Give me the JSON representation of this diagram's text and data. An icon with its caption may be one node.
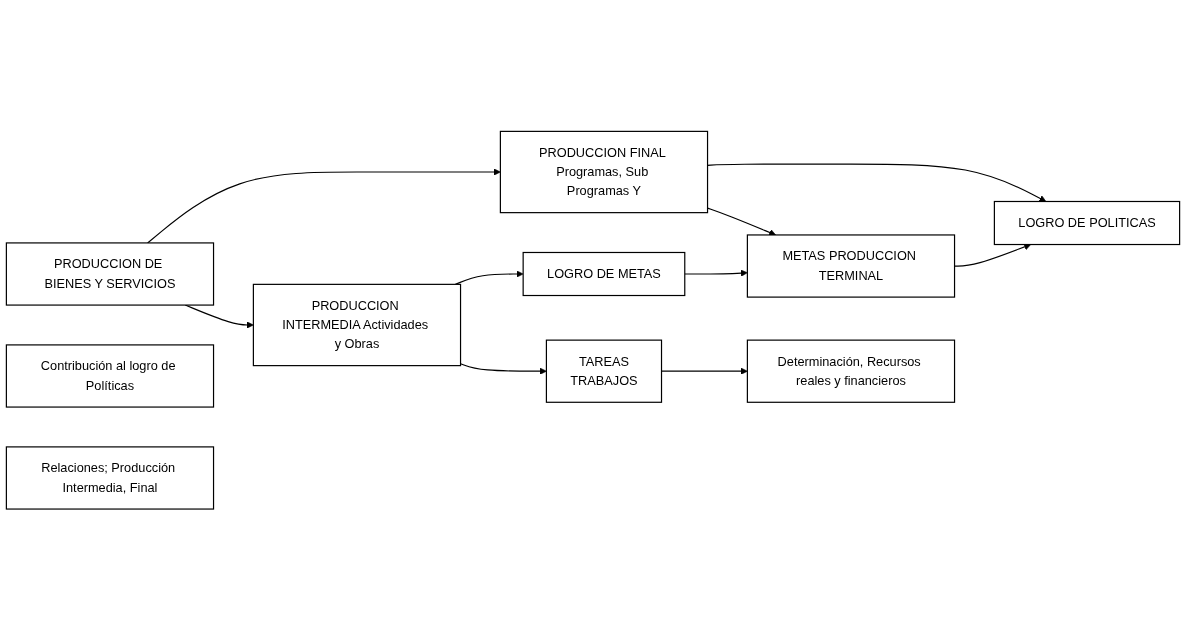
{
  "diagram": {
    "nodes": [
      {
        "text": [
          "PRODUCCION DE BIENES Y SERVICIOS"
        ]
      },
      {
        "text": [
          "PRODUCCION FINAL Programas, Sub Programas Y"
        ]
      },
      {
        "text": [
          "LOGRO DE POLITICAS"
        ]
      },
      {
        "text": [
          "Contribución al logro de Políticas"
        ]
      },
      {
        "text": [
          "METAS PRODUCCION TERMINAL"
        ]
      },
      {
        "text": [
          "Relaciones; Producción Intermedia, Final"
        ]
      },
      {
        "text": [
          "PRODUCCION INTERMEDIA Actividades y Obras"
        ]
      },
      {
        "text": [
          "LOGRO DE METAS"
        ]
      },
      {
        "text": [
          "Determinación, Recursos reales y financieros"
        ]
      },
      {
        "text": [
          "TAREAS",
          "TRABAJOS"
        ]
      }
    ],
    "edges": [
      {
        "from": 0,
        "to": 1,
        "arrow": "to"
      },
      {
        "from": 0,
        "to": 6,
        "arrow": "to"
      },
      {
        "from": 1,
        "to": 2,
        "arrow": "to"
      },
      {
        "from": 1,
        "to": 4,
        "arrow": "to"
      },
      {
        "from": 4,
        "to": 2,
        "arrow": "to"
      },
      {
        "from": 7,
        "to": 4,
        "arrow": "to"
      },
      {
        "from": 6,
        "to": 7,
        "arrow": "to"
      },
      {
        "from": 6,
        "to": 9,
        "arrow": "to"
      },
      {
        "from": 9,
        "to": 8,
        "arrow": "to"
      }
    ]
  }
}
